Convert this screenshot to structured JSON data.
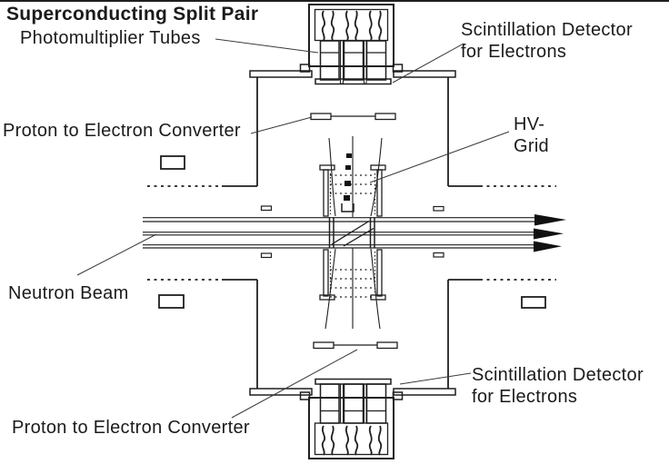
{
  "figure": {
    "title": "Superconducting Split Pair",
    "labels": {
      "photomultiplier": "Photomultiplier Tubes",
      "scint_top": {
        "line1": "Scintillation Detector",
        "line2": "for Electrons"
      },
      "converter_top": "Proton to Electron Converter",
      "hv_grid": {
        "line1": "HV-",
        "line2": "Grid"
      },
      "neutron_beam": "Neutron Beam",
      "scint_bottom": {
        "line1": "Scintillation Detector",
        "line2": "for Electrons"
      },
      "converter_bottom": "Proton to Electron Converter"
    },
    "colors": {
      "background": "#ffffff",
      "line": "#1f1f1f",
      "text": "#1b1b1b"
    }
  }
}
